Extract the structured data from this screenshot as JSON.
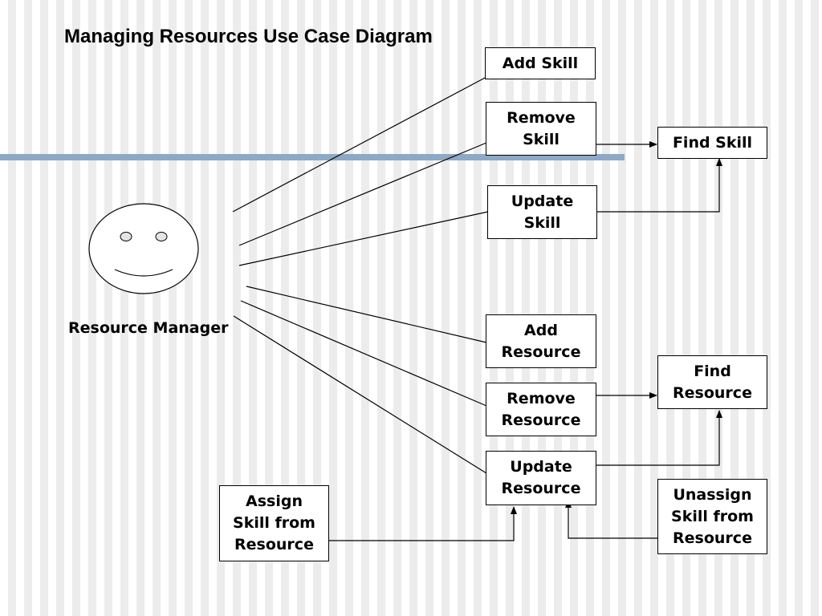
{
  "title": "Managing Resources Use Case Diagram",
  "actor": {
    "label": "Resource Manager",
    "icon": "smiley-face-icon"
  },
  "use_cases": {
    "add_skill": "Add Skill",
    "remove_skill": "Remove\nSkill",
    "update_skill": "Update\nSkill",
    "find_skill": "Find Skill",
    "add_resource": "Add\nResource",
    "remove_resource": "Remove\nResource",
    "update_resource": "Update\nResource",
    "find_resource": "Find\nResource",
    "assign_skill": "Assign\nSkill from\nResource",
    "unassign_skill": "Unassign\nSkill from\nResource"
  },
  "colors": {
    "rule": "#8fa8c4",
    "line": "#000000",
    "stripe": "#ececec"
  }
}
